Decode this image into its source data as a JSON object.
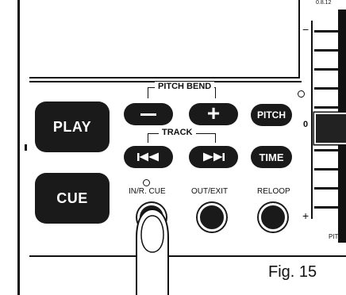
{
  "buttons": {
    "play": "PLAY",
    "cue": "CUE",
    "pitch": "PITCH",
    "time": "TIME"
  },
  "labels": {
    "pitch_bend": "PITCH BEND",
    "track": "TRACK",
    "in_r_cue": "IN/R. CUE",
    "out_exit": "OUT/EXIT",
    "reloop": "RELOOP"
  },
  "slider": {
    "minus": "−",
    "zero": "0",
    "plus": "+",
    "top_scale": "0.8.12",
    "bottom_tag": "PIT"
  },
  "figure": {
    "caption": "Fig. 15"
  },
  "icons": {
    "pitch_bend_minus": "minus-icon",
    "pitch_bend_plus": "plus-icon",
    "track_prev": "skip-back-icon",
    "track_next": "skip-forward-icon",
    "finger": "finger-pointer-icon"
  }
}
